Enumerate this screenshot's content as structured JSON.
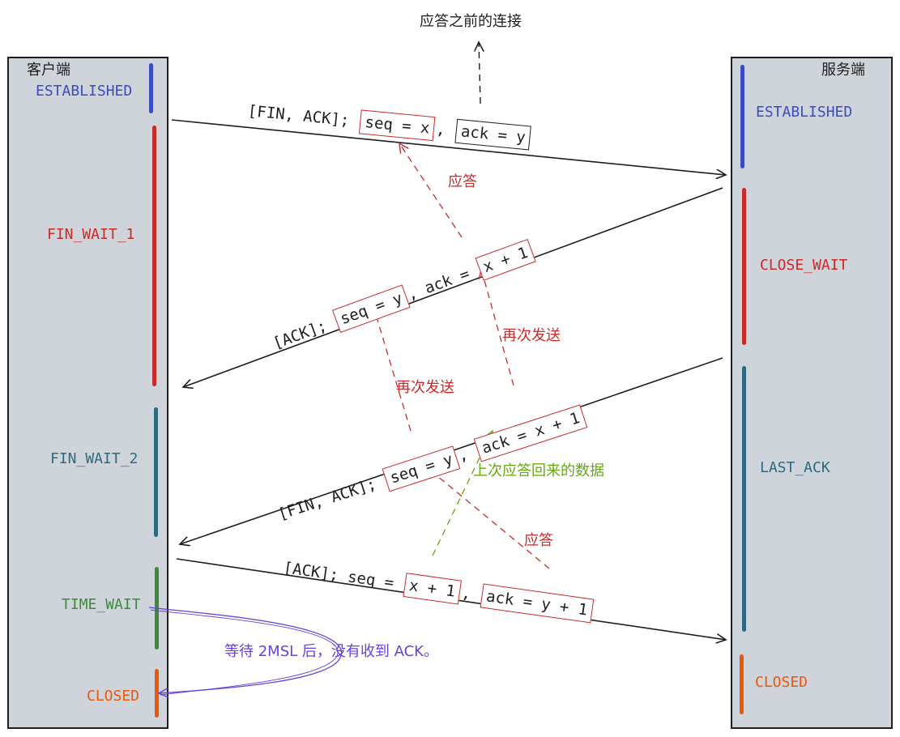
{
  "top_note": "应答之前的连接",
  "client": {
    "title": "客户端",
    "states": [
      "ESTABLISHED",
      "FIN_WAIT_1",
      "FIN_WAIT_2",
      "TIME_WAIT",
      "CLOSED"
    ]
  },
  "server": {
    "title": "服务端",
    "states": [
      "ESTABLISHED",
      "CLOSE_WAIT",
      "LAST_ACK",
      "CLOSED"
    ]
  },
  "messages": {
    "m1": {
      "prefix": "[FIN, ACK];",
      "seq": "seq = x",
      "sep": ",",
      "ack": "ack = y"
    },
    "m2": {
      "prefix": "[ACK];",
      "seq": "seq = y",
      "sep": ", ack =",
      "ack": "x + 1"
    },
    "m3": {
      "prefix": "[FIN, ACK];",
      "seq": "seq = y",
      "sep": ",",
      "ack": "ack = x + 1"
    },
    "m4": {
      "prefix": "[ACK]; seq =",
      "seq": "x + 1",
      "sep": ",",
      "ack": "ack = y + 1"
    }
  },
  "notes": {
    "reply_1": "应答",
    "resend_1": "再次发送",
    "resend_2": "再次发送",
    "last_reply_data": "上次应答回来的数据",
    "reply_2": "应答",
    "wait": "等待 2MSL 后，没有收到 ACK。"
  },
  "colors": {
    "blue": "#3b4cc0",
    "red": "#c92a2a",
    "teal": "#2d6a7f",
    "green": "#3d8a3a",
    "orange": "#e8590c",
    "olive": "#66a80f",
    "purple": "#6741d9"
  }
}
